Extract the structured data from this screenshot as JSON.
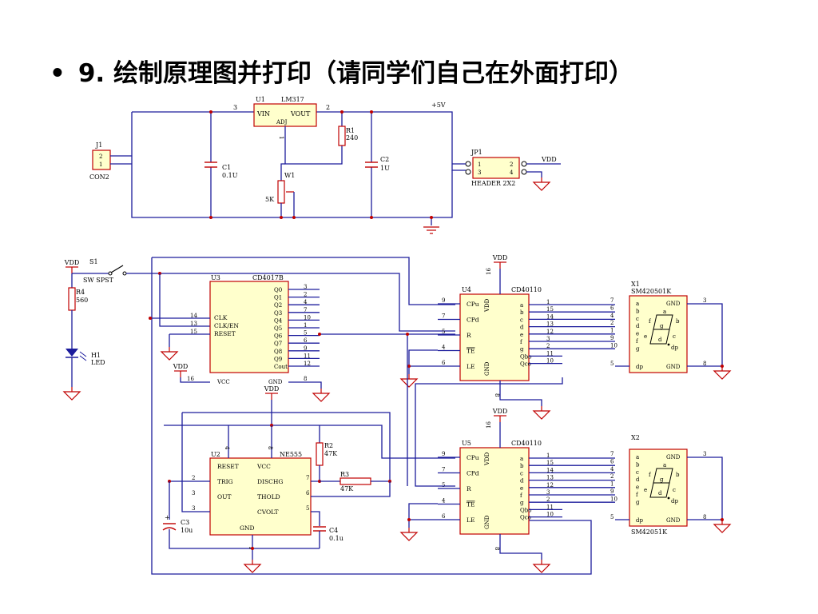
{
  "slide": {
    "bullet": "•",
    "title": "9. 绘制原理图并打印（请同学们自己在外面打印）"
  },
  "schematic": {
    "power": {
      "j1": {
        "ref": "J1",
        "value": "CON2",
        "pins": [
          "2",
          "1"
        ]
      },
      "c1": {
        "ref": "C1",
        "value": "0.1U"
      },
      "u1": {
        "ref": "U1",
        "value": "LM317",
        "vin": "VIN",
        "vout": "VOUT",
        "adj": "ADJ",
        "pin_in": "3",
        "pin_out": "2",
        "pin_adj": "1"
      },
      "r1": {
        "ref": "R1",
        "value": "240"
      },
      "w1": {
        "ref": "W1",
        "value": "5K"
      },
      "c2": {
        "ref": "C2",
        "value": "1U"
      },
      "net_5v": "+5V",
      "jp1": {
        "ref": "JP1",
        "value": "HEADER 2X2",
        "pins": [
          "1",
          "2",
          "3",
          "4"
        ]
      },
      "vdd": "VDD"
    },
    "logic": {
      "vdd": "VDD",
      "s1": {
        "ref": "S1",
        "value": "SW SPST"
      },
      "r4": {
        "ref": "R4",
        "value": "560"
      },
      "h1": {
        "ref": "H1",
        "value": "LED"
      },
      "u3": {
        "ref": "U3",
        "value": "CD4017B",
        "inputs": [
          {
            "pin": "14",
            "name": "CLK"
          },
          {
            "pin": "13",
            "name": "CLK/EN"
          },
          {
            "pin": "15",
            "name": "RESET"
          }
        ],
        "outputs": [
          {
            "name": "Q0",
            "pin": "3"
          },
          {
            "name": "Q1",
            "pin": "2"
          },
          {
            "name": "Q2",
            "pin": "4"
          },
          {
            "name": "Q3",
            "pin": "7"
          },
          {
            "name": "Q4",
            "pin": "10"
          },
          {
            "name": "Q5",
            "pin": "1"
          },
          {
            "name": "Q6",
            "pin": "5"
          },
          {
            "name": "Q7",
            "pin": "6"
          },
          {
            "name": "Q8",
            "pin": "9"
          },
          {
            "name": "Q9",
            "pin": "11"
          },
          {
            "name": "Cout",
            "pin": "12"
          }
        ],
        "vcc": "VCC",
        "vcc_pin": "16",
        "gnd": "GND",
        "gnd_pin": "8"
      },
      "u2": {
        "ref": "U2",
        "value": "NE555",
        "left_pins": [
          {
            "name": "RESET",
            "pin": ""
          },
          {
            "name": "TRIG",
            "pin": "2"
          },
          {
            "name": "OUT",
            "pin": "3"
          }
        ],
        "right_pins": [
          {
            "name": "VCC",
            "pin": ""
          },
          {
            "name": "DISCHG",
            "pin": "7"
          },
          {
            "name": "THOLD",
            "pin": "6"
          },
          {
            "name": "CVOLT",
            "pin": "5"
          }
        ],
        "gnd": "GND",
        "top_pin_a": "4",
        "top_pin_b": "8",
        "bottom_pin": "1"
      },
      "r2": {
        "ref": "R2",
        "value": "47K"
      },
      "r3": {
        "ref": "R3",
        "value": "47K"
      },
      "c3": {
        "ref": "C3",
        "value": "10u",
        "plus": "+"
      },
      "c4": {
        "ref": "C4",
        "value": "0.1u"
      },
      "counters": [
        {
          "ref": "U4",
          "value": "CD40110",
          "vdd_pin": "16",
          "gnd_pin": "8"
        },
        {
          "ref": "U5",
          "value": "CD40110",
          "vdd_pin": "16",
          "gnd_pin": "8"
        }
      ],
      "counter_left": [
        {
          "pin": "9",
          "name": "CPu"
        },
        {
          "pin": "7",
          "name": "CPd"
        },
        {
          "pin": "5",
          "name": "R"
        },
        {
          "pin": "4",
          "name": "TE"
        },
        {
          "pin": "6",
          "name": "LE"
        }
      ],
      "counter_right": [
        {
          "name": "a",
          "pin": "1"
        },
        {
          "name": "b",
          "pin": "15"
        },
        {
          "name": "c",
          "pin": "14"
        },
        {
          "name": "d",
          "pin": "13"
        },
        {
          "name": "e",
          "pin": "12"
        },
        {
          "name": "f",
          "pin": "3"
        },
        {
          "name": "g",
          "pin": "2"
        },
        {
          "name": "Qbo",
          "pin": "11"
        },
        {
          "name": "Qco",
          "pin": "10"
        }
      ],
      "counter_vdd": "VDD",
      "counter_gnd": "GND",
      "displays": [
        {
          "ref": "X1",
          "value": "SM420501K",
          "value_pos": "top"
        },
        {
          "ref": "X2",
          "value": "SM42051K",
          "value_pos": "bottom"
        }
      ],
      "display_left": [
        {
          "pin": "7",
          "name": "a"
        },
        {
          "pin": "6",
          "name": "b"
        },
        {
          "pin": "4",
          "name": "c"
        },
        {
          "pin": "2",
          "name": "d"
        },
        {
          "pin": "1",
          "name": "e"
        },
        {
          "pin": "9",
          "name": "f"
        },
        {
          "pin": "10",
          "name": "g"
        }
      ],
      "display_dp": {
        "pin": "5",
        "name": "dp"
      },
      "display_gnd": {
        "name": "GND",
        "pin_top": "3",
        "pin_bottom": "8"
      },
      "segment_letters": [
        "a",
        "b",
        "c",
        "d",
        "e",
        "f",
        "g",
        "dp"
      ]
    }
  }
}
